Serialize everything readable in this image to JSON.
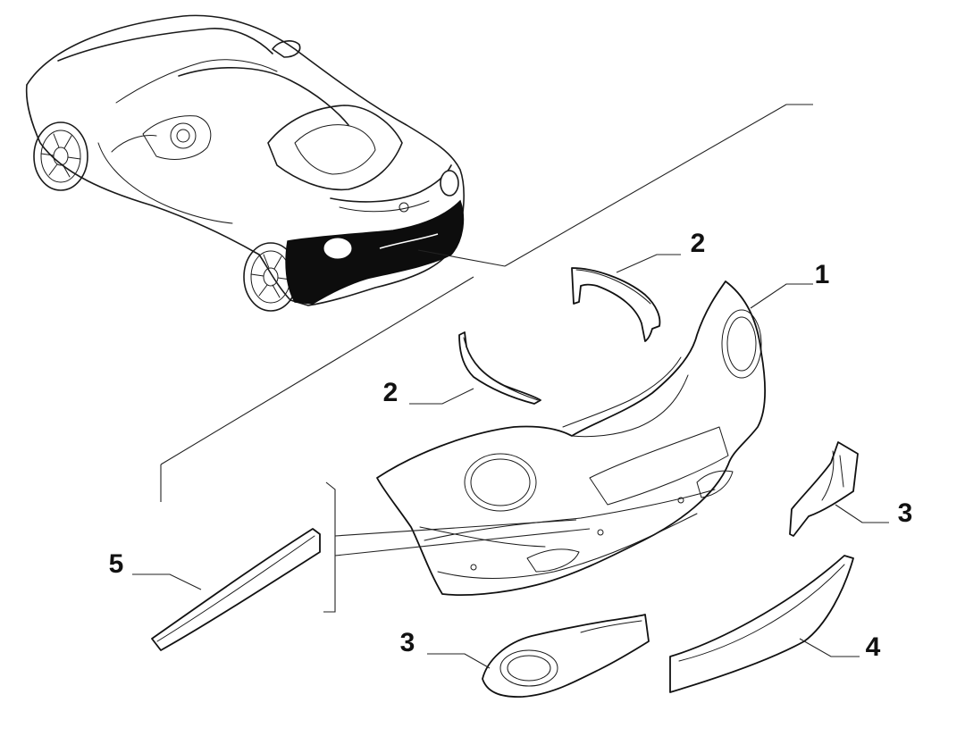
{
  "callouts": [
    {
      "id": "part-1",
      "label": "1"
    },
    {
      "id": "part-2-upper",
      "label": "2"
    },
    {
      "id": "part-2-lower",
      "label": "2"
    },
    {
      "id": "part-3-right",
      "label": "3"
    },
    {
      "id": "part-3-lower",
      "label": "3"
    },
    {
      "id": "part-4",
      "label": "4"
    },
    {
      "id": "part-5",
      "label": "5"
    }
  ],
  "colors": {
    "line": "#1a1a1a",
    "highlight": "#0d0d0d",
    "background": "#ffffff"
  }
}
